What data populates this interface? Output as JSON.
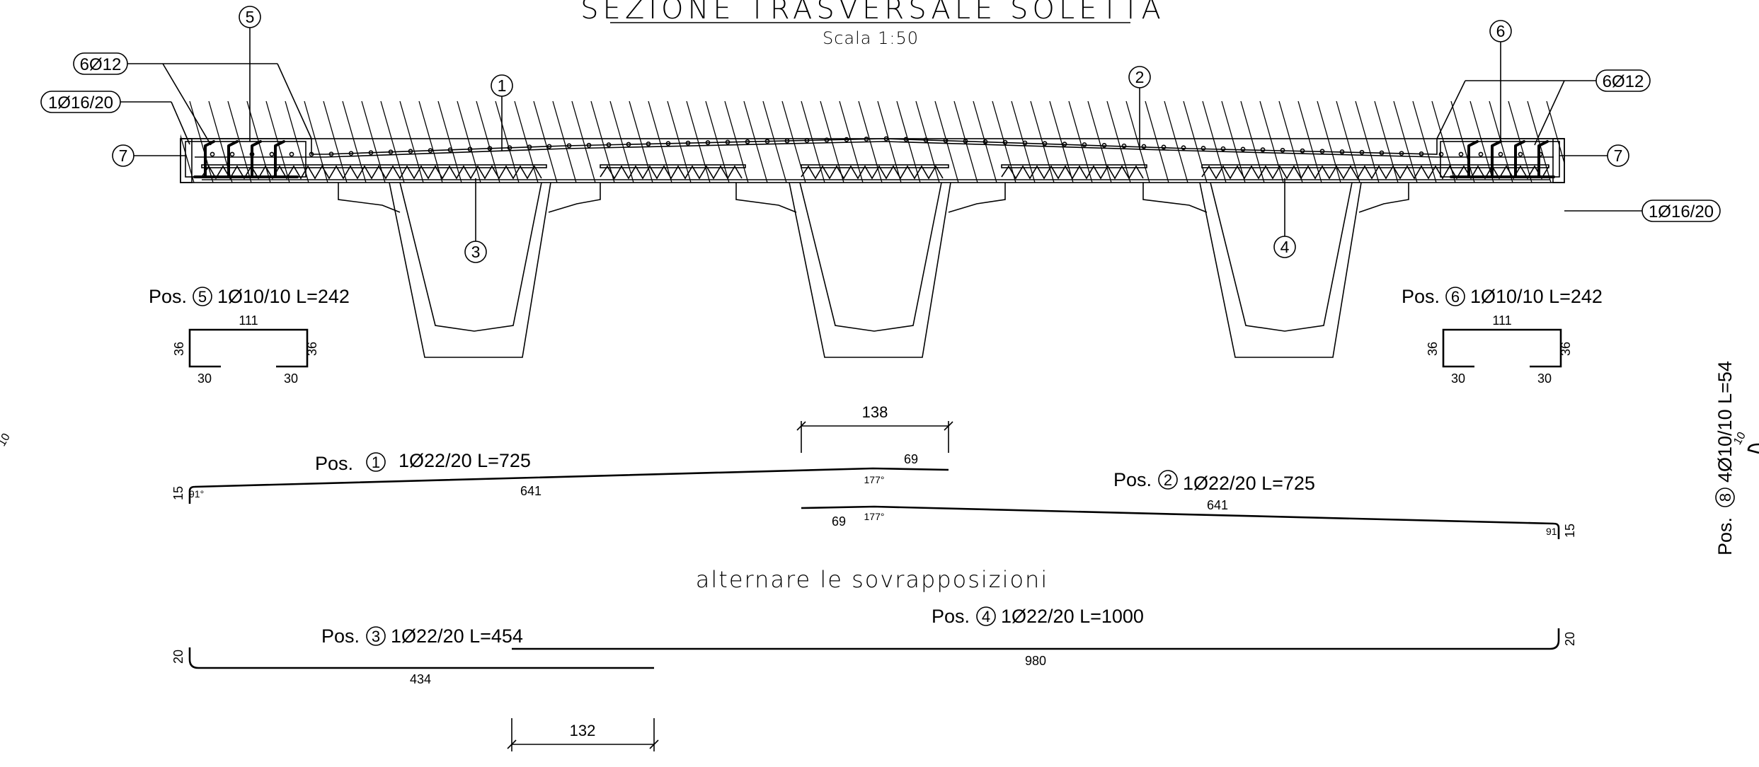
{
  "title": "SEZIONE TRASVERSALE SOLETTA",
  "scale": "Scala 1:50",
  "section_labels": {
    "left_6012": "6Ø12",
    "left_1016": "1Ø16/20",
    "right_6012": "6Ø12",
    "right_1016": "1Ø16/20",
    "callout_1": "1",
    "callout_2": "2",
    "callout_3": "3",
    "callout_4": "4",
    "callout_5": "5",
    "callout_6": "6",
    "callout_7_left": "7",
    "callout_7_right": "7"
  },
  "pos5": {
    "prefix": "Pos.",
    "num": "5",
    "spec": "1Ø10/10 L=242",
    "top": "111",
    "left": "36",
    "right": "36",
    "bottom_left": "30",
    "bottom_right": "30"
  },
  "pos6": {
    "prefix": "Pos.",
    "num": "6",
    "spec": "1Ø10/10 L=242",
    "top": "111",
    "left": "36",
    "right": "36",
    "bottom_left": "30",
    "bottom_right": "30"
  },
  "pos1": {
    "prefix": "Pos.",
    "num": "1",
    "spec": "1Ø22/20 L=725",
    "hook": "15",
    "angle": "91°",
    "length": "641",
    "end_length": "69",
    "end_angle": "177°"
  },
  "pos2": {
    "prefix": "Pos.",
    "num": "2",
    "spec": "1Ø22/20 L=725",
    "hook": "15",
    "angle": "91",
    "length": "641",
    "start_length": "69",
    "start_angle": "177°"
  },
  "overlap_dim_top": "138",
  "overlap_note": "alternare le sovrapposizioni",
  "pos3": {
    "prefix": "Pos.",
    "num": "3",
    "spec": "1Ø22/20 L=454",
    "hook": "20",
    "length": "434"
  },
  "pos4": {
    "prefix": "Pos.",
    "num": "4",
    "spec": "1Ø22/20 L=1000",
    "hook": "20",
    "length": "980"
  },
  "overlap_dim_bottom": "132",
  "pos8": {
    "prefix": "Pos.",
    "num": "8",
    "spec": "4Ø10/10 L=54",
    "small": "10"
  },
  "left_edge_small": "10"
}
